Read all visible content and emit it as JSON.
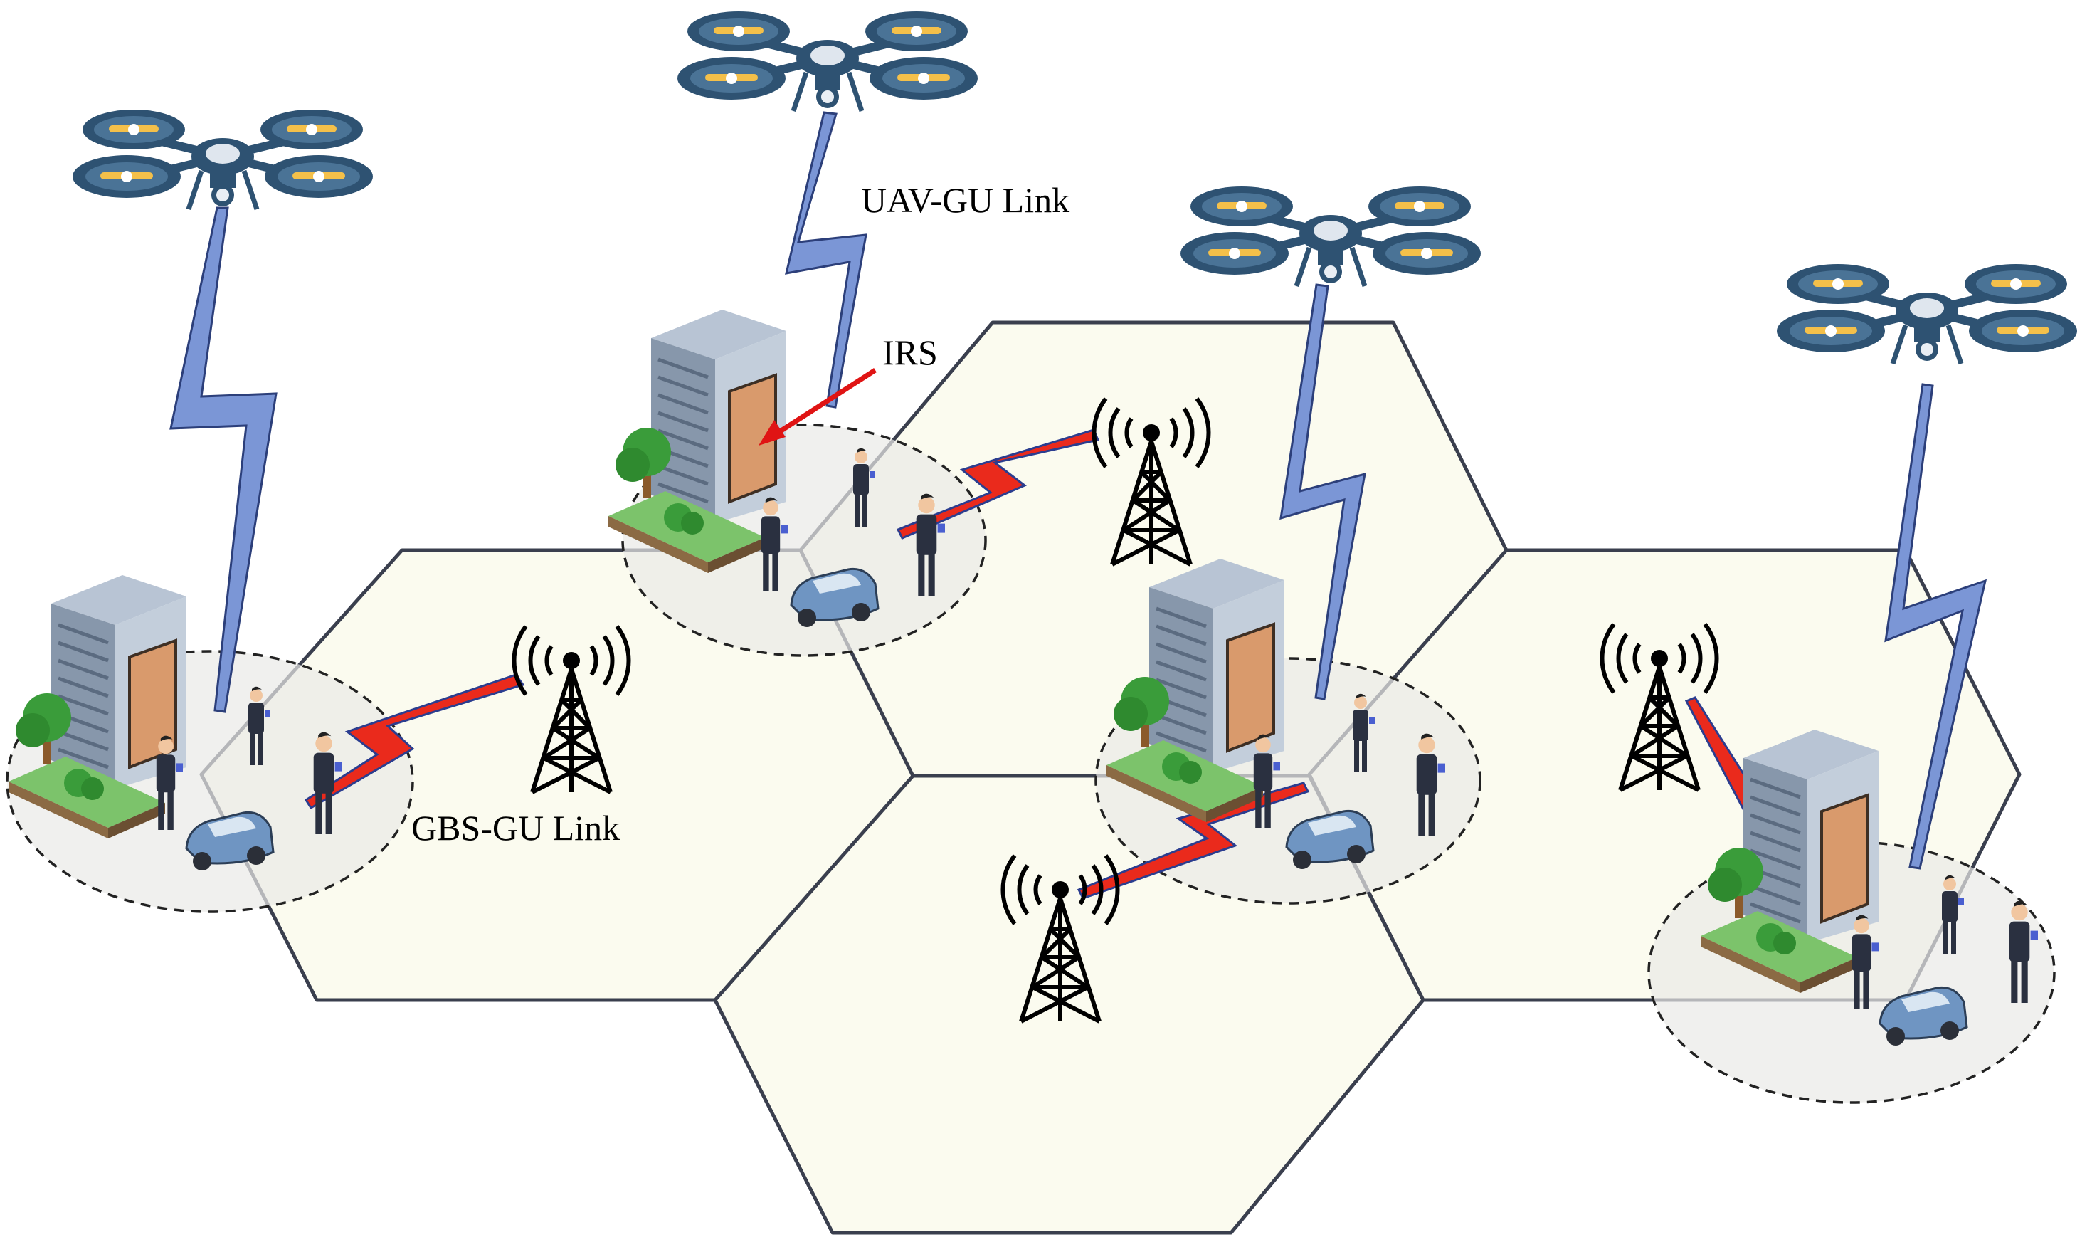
{
  "labels": {
    "uav_gu_link": "UAV-GU Link",
    "irs": "IRS",
    "gbs_gu_link": "GBS-GU Link"
  },
  "colors": {
    "hex_fill": "#fbfbef",
    "hex_stroke": "#3a3f4e",
    "uav_link": "#7b96d6",
    "uav_link_stroke": "#2c3f7a",
    "gbs_link": "#ea2a1c",
    "gbs_link_stroke": "#2b3d8f",
    "irs_arrow": "#e01414",
    "drone": "#2e5272",
    "irs_panel": "#d99a6c"
  },
  "icons": [
    "uav-icon",
    "building-icon",
    "irs-panel-icon",
    "tower-icon",
    "car-icon",
    "person-icon",
    "tree-icon"
  ]
}
